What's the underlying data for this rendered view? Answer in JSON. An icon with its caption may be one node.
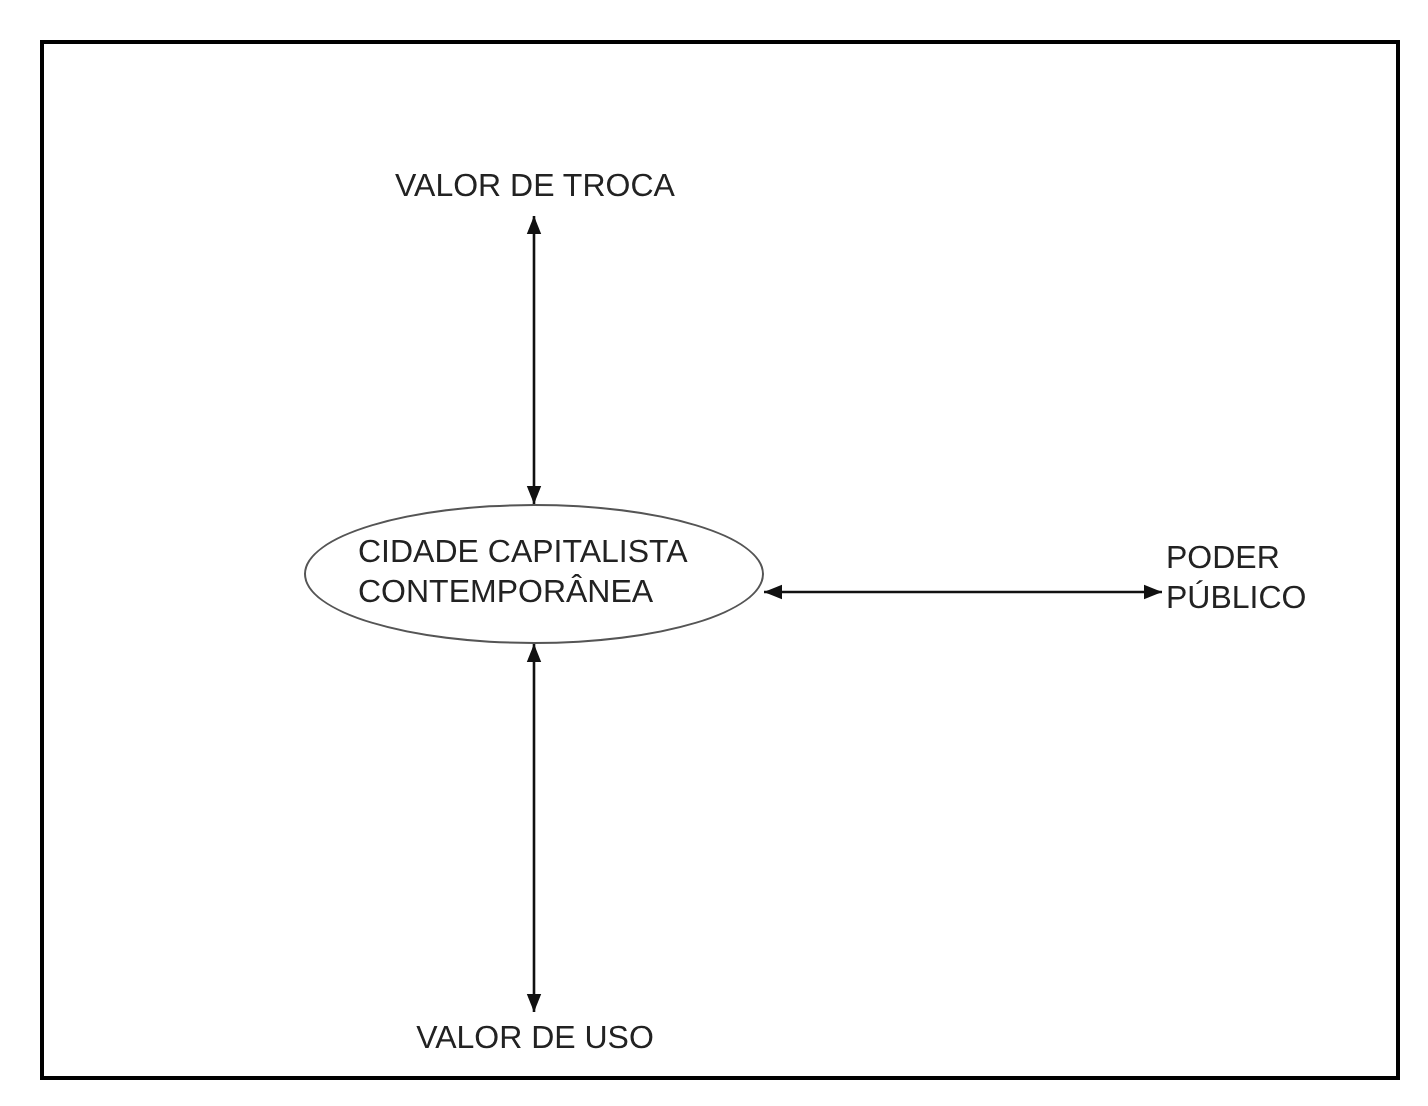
{
  "diagram": {
    "nodes": [
      {
        "text": [
          "CIDADE CAPITALISTA CONTEMPORÂNEA"
        ]
      },
      {
        "text": [
          "VALOR DE TROCA"
        ]
      },
      {
        "text": [
          "PODER PÚBLICO"
        ]
      },
      {
        "text": [
          "VALOR DE USO"
        ]
      }
    ],
    "edges": [
      {
        "from": 0,
        "to": 1,
        "arrow": "both"
      },
      {
        "from": 0,
        "to": 2,
        "arrow": "both"
      },
      {
        "from": 0,
        "to": 3,
        "arrow": "both"
      }
    ]
  }
}
